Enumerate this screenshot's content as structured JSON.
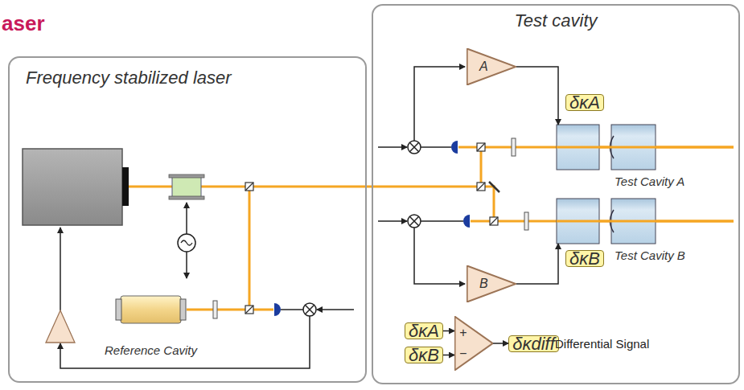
{
  "diagram": {
    "nodes": [
      {
        "text": [
          "Frequency stabilized laser"
        ]
      },
      {
        "text": [
          "Reference Cavity"
        ],
        "in": 0
      },
      {
        "text": [
          "Test cavity"
        ]
      },
      {
        "text": [
          "A"
        ],
        "in": 2
      },
      {
        "text": [
          "δκA"
        ],
        "in": 2
      },
      {
        "text": [
          "Test Cavity A"
        ],
        "in": 2
      },
      {
        "text": [
          "Test Cavity B"
        ],
        "in": 2
      },
      {
        "text": [
          "δκB"
        ],
        "in": 2
      },
      {
        "text": [
          "B"
        ],
        "in": 2
      },
      {
        "text": [
          "δκA"
        ],
        "in": 2
      },
      {
        "text": [
          "δκB"
        ],
        "in": 2
      },
      {
        "text": [
          "+",
          "−"
        ],
        "in": 2
      },
      {
        "text": [
          "δκdiff"
        ],
        "in": 2
      }
    ],
    "edges": [
      {
        "from": 3,
        "to": 5,
        "arrow": "to"
      },
      {
        "from": 8,
        "to": 6,
        "arrow": "to"
      },
      {
        "from": 9,
        "to": 11,
        "arrow": "to"
      },
      {
        "from": 10,
        "to": 11,
        "arrow": "to"
      },
      {
        "from": 11,
        "to": 12,
        "arrow": "to"
      }
    ],
    "labels": [
      "aser",
      "Differential Signal"
    ]
  }
}
